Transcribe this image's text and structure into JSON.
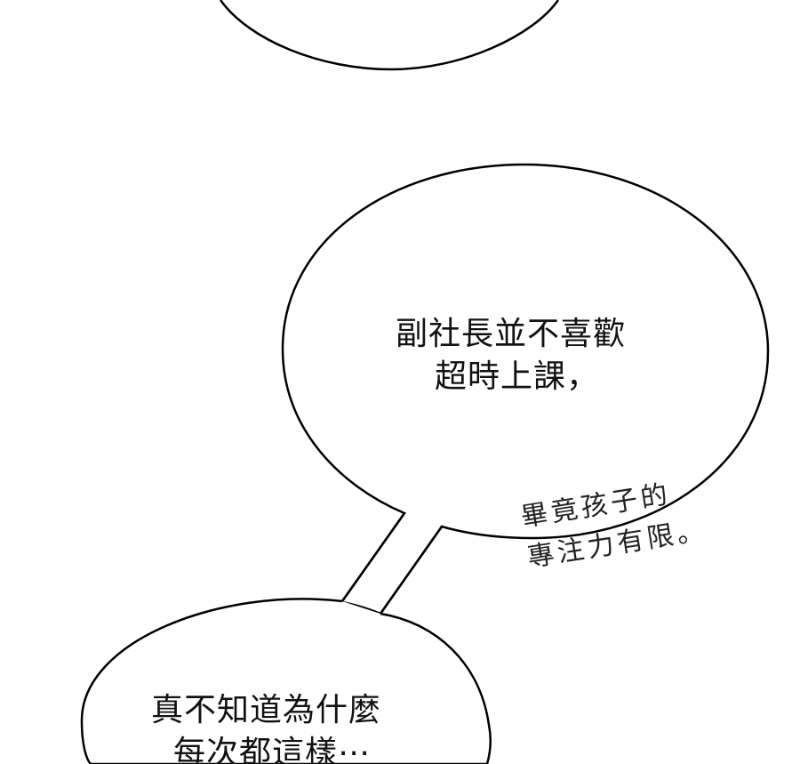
{
  "bubbles": {
    "first": {
      "lines": [
        "副社長並不喜歡",
        "超時上課，"
      ]
    },
    "second": {
      "lines": [
        "真不知道為什麼",
        "每次都這樣⋯"
      ]
    }
  },
  "inner_thought": {
    "lines": [
      "畢竟孩子的",
      "專注力有限。"
    ]
  }
}
